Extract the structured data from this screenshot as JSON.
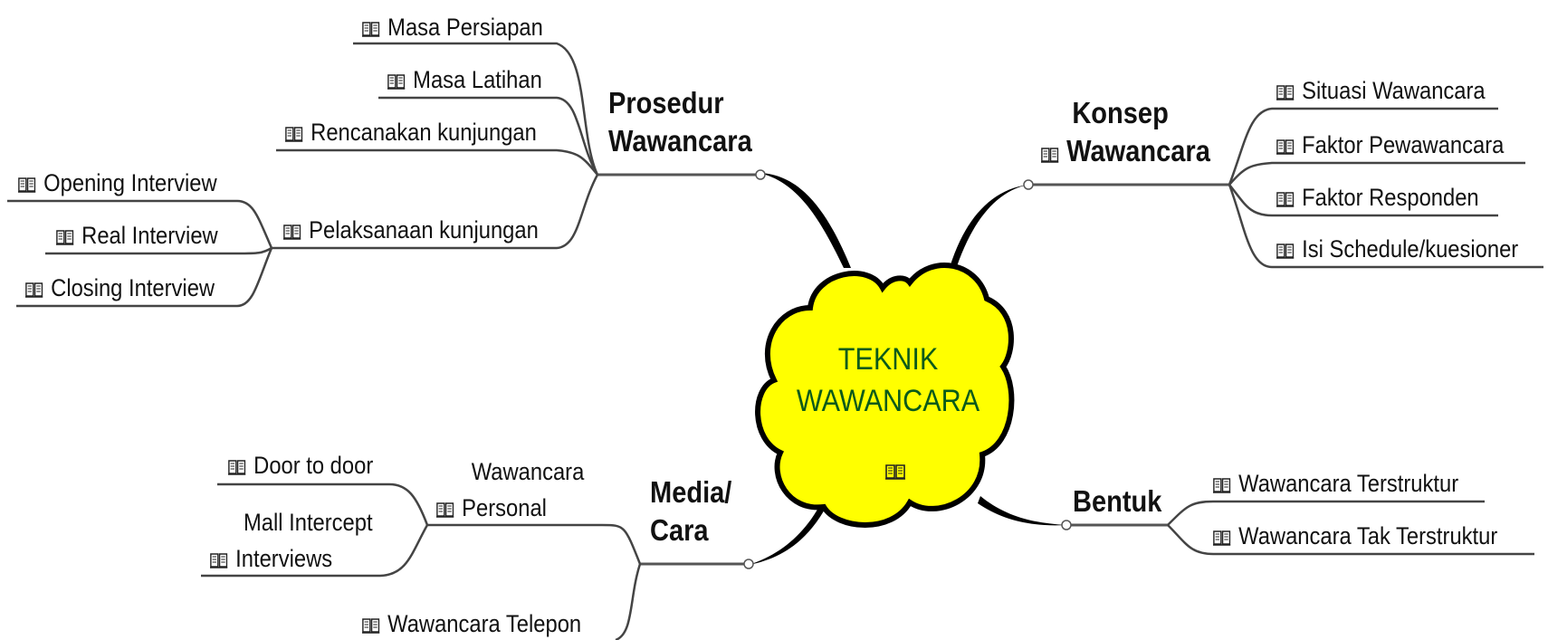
{
  "central": {
    "line1": "TEKNIK",
    "line2": "WAWANCARA",
    "icon": "book-icon",
    "fill": "#ffff00",
    "text_color": "#0a5a1a"
  },
  "branches": {
    "prosedur": {
      "line1": "Prosedur",
      "line2": "Wawancara",
      "children": [
        "Masa Persiapan",
        "Masa Latihan",
        "Rencanakan kunjungan",
        "Pelaksanaan kunjungan"
      ],
      "sub_children": [
        "Opening Interview",
        "Real Interview",
        "Closing Interview"
      ]
    },
    "konsep": {
      "line1": "Konsep",
      "line2": "Wawancara",
      "children": [
        "Situasi Wawancara",
        "Faktor Pewawancara",
        "Faktor Responden",
        "Isi Schedule/kuesioner"
      ]
    },
    "media": {
      "line1": "Media/",
      "line2": "Cara",
      "personal": {
        "line1": "Wawancara",
        "line2": "Personal"
      },
      "personal_children": [
        "Door to door"
      ],
      "mall": {
        "line1": "Mall Intercept",
        "line2": "Interviews"
      },
      "telepon": "Wawancara Telepon"
    },
    "bentuk": {
      "label": "Bentuk",
      "children": [
        "Wawancara Terstruktur",
        "Wawancara Tak Terstruktur"
      ]
    }
  }
}
